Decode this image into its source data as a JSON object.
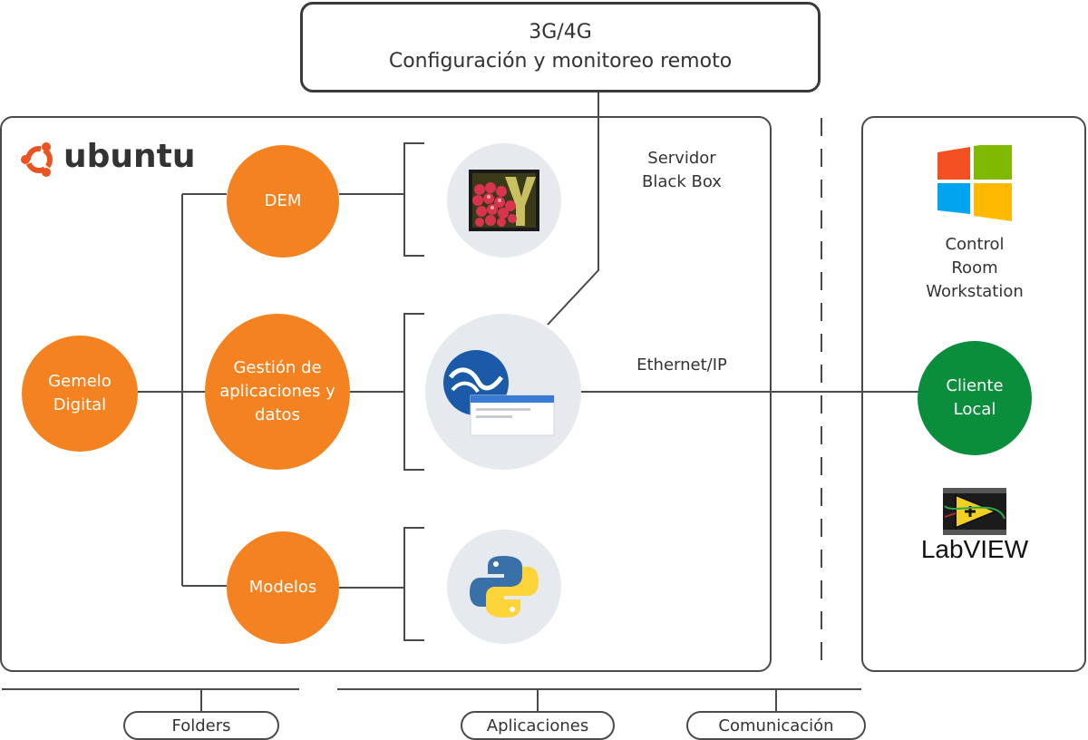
{
  "top_box": {
    "line1": "3G/4G",
    "line2": "Configuración y monitoreo remoto"
  },
  "server": {
    "brand": "ubuntu",
    "title_line1": "Servidor",
    "title_line2": "Black Box",
    "nodes": {
      "digital_twin": {
        "line1": "Gemelo",
        "line2": "Digital"
      },
      "dem": "DEM",
      "apps": {
        "line1": "Gestión de",
        "line2": "aplicaciones y",
        "line3": "datos"
      },
      "models": "Modelos"
    },
    "icons": [
      "yade-icon",
      "node-red-icon",
      "python-icon"
    ]
  },
  "link_label": "Ethernet/IP",
  "workstation": {
    "title_line1": "Control",
    "title_line2": "Room",
    "title_line3": "Workstation",
    "client": {
      "line1": "Cliente",
      "line2": "Local"
    },
    "labview": "LabVIEW"
  },
  "legend": [
    "Folders",
    "Aplicaciones",
    "Comunicación"
  ],
  "colors": {
    "orange": "#f58220",
    "green": "#0b8e3c",
    "grey_circle": "#e6e9ed",
    "border": "#4a4a4a"
  }
}
